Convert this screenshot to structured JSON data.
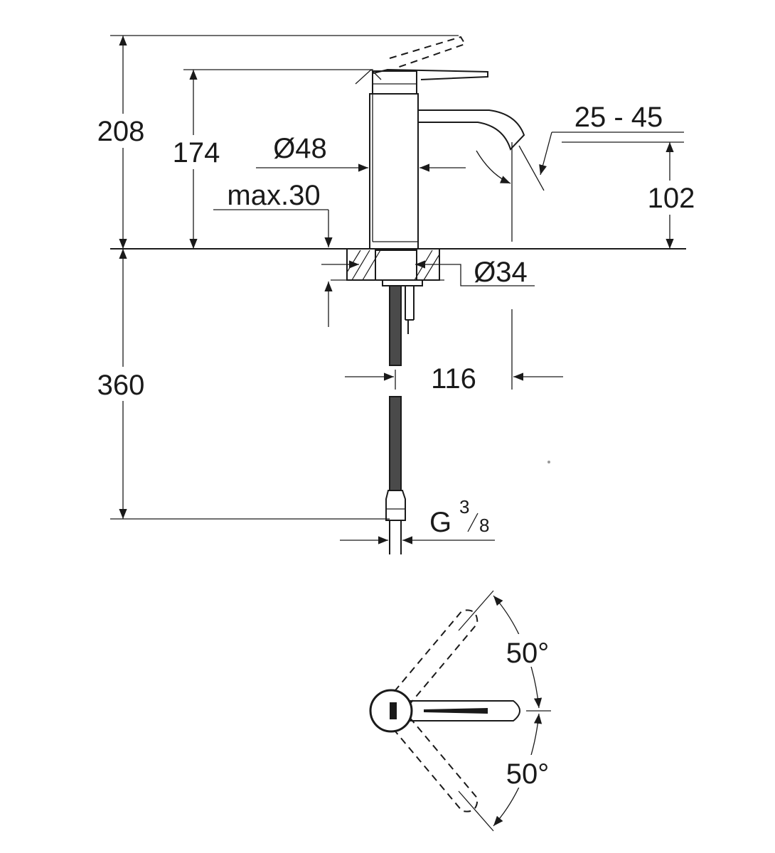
{
  "dimensions": {
    "total_height": "208",
    "spout_height": "174",
    "body_diameter": "Ø48",
    "deck_thickness": "max.30",
    "spout_angle": "25 - 45",
    "spout_outlet_height": "102",
    "hole_diameter": "Ø34",
    "hose_length": "360",
    "projection": "116",
    "thread_prefix": "G",
    "thread_num": "3",
    "thread_den": "8"
  },
  "plan_view": {
    "angle_upper": "50°",
    "angle_lower": "50°"
  },
  "colors": {
    "line": "#1a1a1a",
    "background": "#ffffff"
  }
}
